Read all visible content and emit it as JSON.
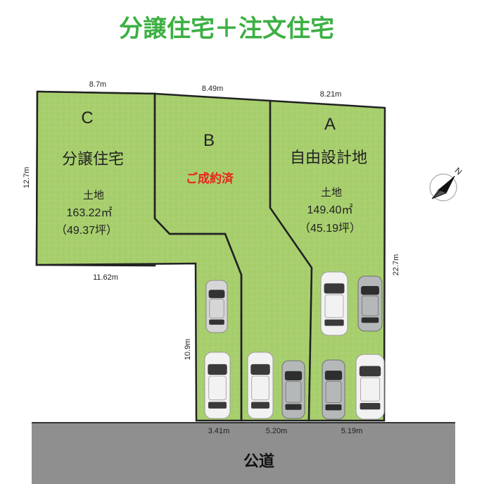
{
  "title": "分譲住宅＋注文住宅",
  "colors": {
    "title": "#3cb043",
    "lot_fill": "#a8cf6e",
    "road": "#8f8f8f",
    "sold_text": "#e8251a"
  },
  "lots": {
    "c": {
      "letter": "C",
      "label": "分譲住宅",
      "land_label": "土地",
      "area": "163.22㎡",
      "area_tsubo": "（49.37坪）"
    },
    "b": {
      "letter": "B",
      "status": "ご成約済"
    },
    "a": {
      "letter": "A",
      "label": "自由設計地",
      "land_label": "土地",
      "area": "149.40㎡",
      "area_tsubo": "（45.19坪）"
    }
  },
  "dimensions": {
    "top_c": "8.7m",
    "top_b": "8.49m",
    "top_a": "8.21m",
    "left_c": "12.7m",
    "bottom_c": "11.62m",
    "passage_c": "10.9m",
    "right_a": "22.7m",
    "front_c": "3.41m",
    "front_b": "5.20m",
    "front_a": "5.19m"
  },
  "road": {
    "label": "公道"
  },
  "compass": {
    "label": "N",
    "icon": "north-arrow-icon"
  },
  "cars": [
    {
      "name": "car-c-1",
      "color": "silver"
    },
    {
      "name": "car-c-2",
      "color": "white"
    },
    {
      "name": "car-b-1",
      "color": "white"
    },
    {
      "name": "car-b-2",
      "color": "gray"
    },
    {
      "name": "car-a-1",
      "color": "white"
    },
    {
      "name": "car-a-2",
      "color": "gray"
    },
    {
      "name": "car-a-3",
      "color": "gray"
    },
    {
      "name": "car-a-4",
      "color": "white"
    }
  ]
}
